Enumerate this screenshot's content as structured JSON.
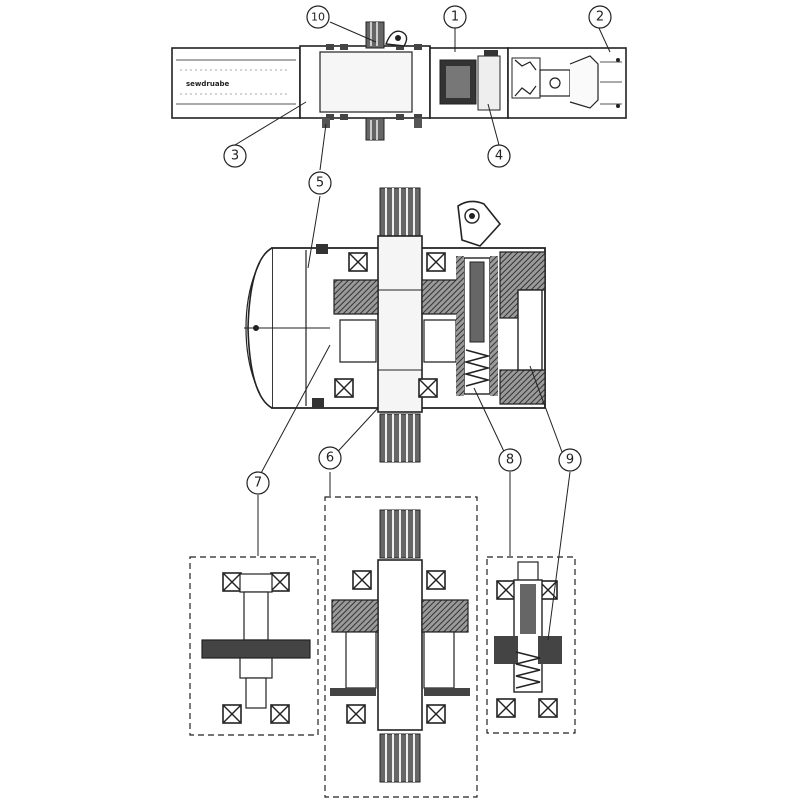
{
  "diagram": {
    "brand_label": "sewdruabe",
    "callouts": [
      {
        "id": "1",
        "label": "1"
      },
      {
        "id": "2",
        "label": "2"
      },
      {
        "id": "3",
        "label": "3"
      },
      {
        "id": "4",
        "label": "4"
      },
      {
        "id": "5",
        "label": "5"
      },
      {
        "id": "6",
        "label": "6"
      },
      {
        "id": "7",
        "label": "7"
      },
      {
        "id": "8",
        "label": "8"
      },
      {
        "id": "9",
        "label": "9"
      },
      {
        "id": "10",
        "label": "10"
      }
    ],
    "colors": {
      "line": "#222222",
      "hatch": "#555555",
      "fill_light": "#f2f2f2",
      "fill_dark": "#666666"
    }
  }
}
